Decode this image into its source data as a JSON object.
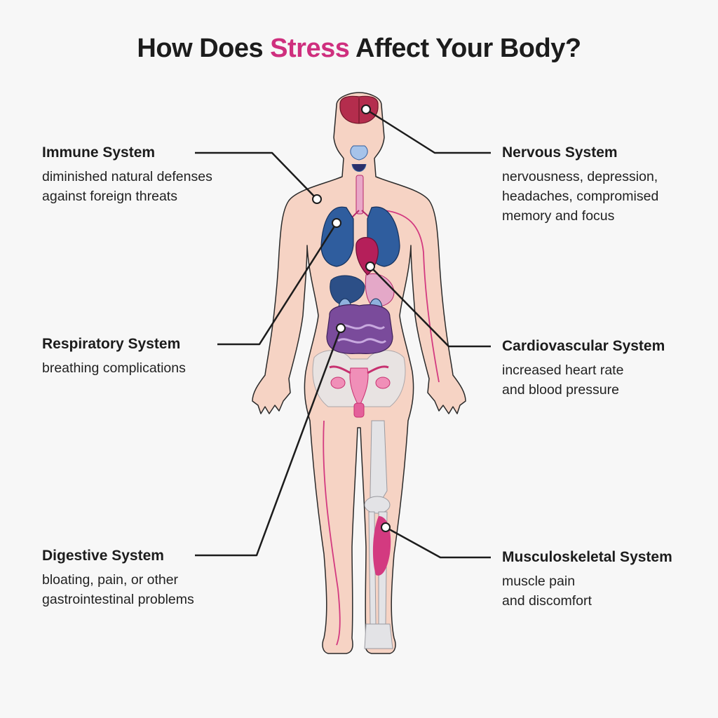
{
  "title": {
    "before": "How Does ",
    "highlight": "Stress",
    "after": " Affect Your Body?"
  },
  "colors": {
    "accent": "#cf2f7e",
    "skin": "#f6d3c4",
    "lungs": "#2f5d9e",
    "digestive": "#7a4b9b",
    "bone": "#e3e3e6",
    "heart": "#b51f5a"
  },
  "systems": [
    {
      "id": "immune",
      "name": "Immune System",
      "description": "diminished natural defenses\nagainst foreign threats"
    },
    {
      "id": "nervous",
      "name": "Nervous System",
      "description": "nervousness, depression,\nheadaches, compromised\nmemory and focus"
    },
    {
      "id": "respiratory",
      "name": "Respiratory System",
      "description": "breathing complications"
    },
    {
      "id": "cardiovascular",
      "name": "Cardiovascular System",
      "description": "increased heart rate\nand blood pressure"
    },
    {
      "id": "digestive",
      "name": "Digestive System",
      "description": "bloating, pain, or other\ngastrointestinal problems"
    },
    {
      "id": "musculoskeletal",
      "name": "Musculoskeletal System",
      "description": "muscle pain\nand discomfort"
    }
  ]
}
